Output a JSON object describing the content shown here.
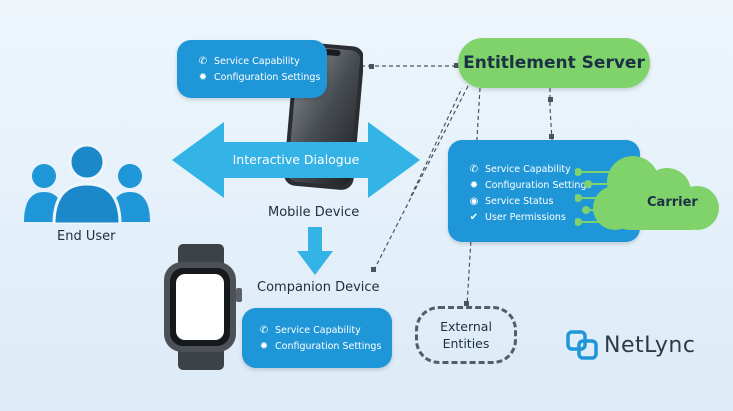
{
  "server": {
    "title": "Entitlement Server"
  },
  "phone_card": {
    "items": [
      "Service Capability",
      "Configuration Settings"
    ]
  },
  "carrier_card": {
    "items": [
      "Service Capability",
      "Configuration Settings",
      "Service Status",
      "User Permissions"
    ]
  },
  "watch_card": {
    "items": [
      "Service Capability",
      "Configuration Settings"
    ]
  },
  "dialogue": {
    "label": "Interactive Dialogue"
  },
  "labels": {
    "end_user": "End User",
    "mobile_device": "Mobile Device",
    "companion_device": "Companion Device",
    "carrier": "Carrier",
    "external_line1": "External",
    "external_line2": "Entities"
  },
  "brand": {
    "name": "NetLync"
  },
  "colors": {
    "card_blue": "#1e96d8",
    "server_green": "#7fd36a",
    "carrier_green": "#7fd36a",
    "arrow_blue": "#33b3e6"
  }
}
